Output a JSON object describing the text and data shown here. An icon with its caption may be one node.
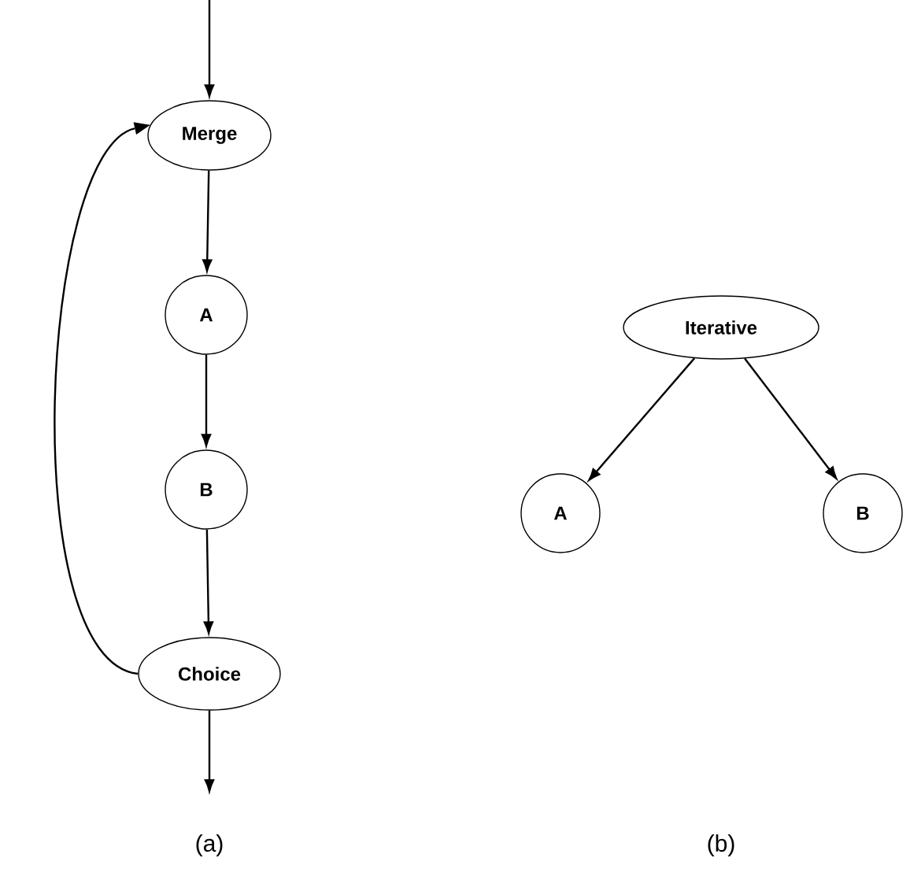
{
  "diagram": {
    "nodes": [
      {
        "text": [
          "Merge"
        ]
      },
      {
        "text": [
          "A"
        ]
      },
      {
        "text": [
          "B"
        ]
      },
      {
        "text": [
          "Choice"
        ]
      },
      {
        "text": [
          "Iterative"
        ]
      },
      {
        "text": [
          "A"
        ]
      },
      {
        "text": [
          "B"
        ]
      }
    ],
    "edges": [
      {
        "from": null,
        "to": 0,
        "arrow": "to"
      },
      {
        "from": 0,
        "to": 1,
        "arrow": "to"
      },
      {
        "from": 1,
        "to": 2,
        "arrow": "to"
      },
      {
        "from": 2,
        "to": 3,
        "arrow": "to"
      },
      {
        "from": 3,
        "to": null,
        "arrow": "to"
      },
      {
        "from": 3,
        "to": 0,
        "arrow": "to"
      },
      {
        "from": 4,
        "to": 5,
        "arrow": "to"
      },
      {
        "from": 4,
        "to": 6,
        "arrow": "to"
      }
    ],
    "labels": [
      "(a)",
      "(b)"
    ]
  }
}
